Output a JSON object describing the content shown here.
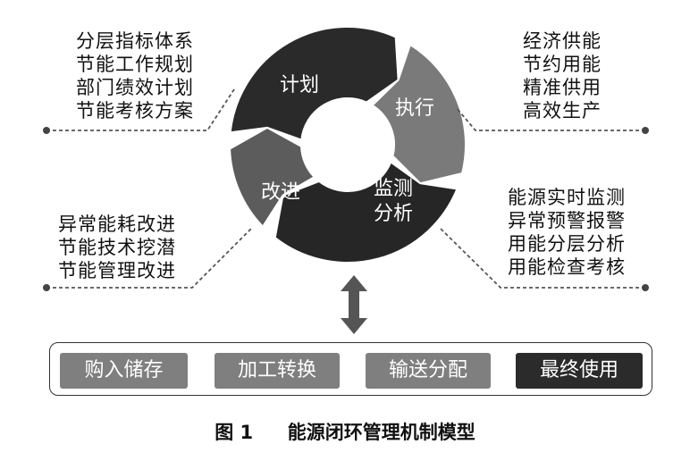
{
  "cycle": {
    "segments": [
      {
        "label": "计划"
      },
      {
        "label": "执行"
      },
      {
        "label": "监测\n分析"
      },
      {
        "label": "改进"
      }
    ]
  },
  "lists": {
    "plan": [
      "分层指标体系",
      "节能工作规划",
      "部门绩效计划",
      "节能考核方案"
    ],
    "execute": [
      "经济供能",
      "节约用能",
      "精准供用",
      "高效生产"
    ],
    "monitor": [
      "能源实时监测",
      "异常预警报警",
      "用能分层分析",
      "用能检查考核"
    ],
    "improve": [
      "异常能耗改进",
      "节能技术挖潜",
      "节能管理改进"
    ]
  },
  "flow": {
    "steps": [
      "购入储存",
      "加工转换",
      "输送分配",
      "最终使用"
    ]
  },
  "caption": {
    "label": "图 1",
    "title": "能源闭环管理机制模型"
  },
  "colors": {
    "plan": "#2a2a2a",
    "execute": "#7a7a7a",
    "monitor": "#262626",
    "improve": "#5c5c5c",
    "step_light": "#7f7f7f",
    "step_dark": "#2b2b2b",
    "arrow": "#555555"
  }
}
